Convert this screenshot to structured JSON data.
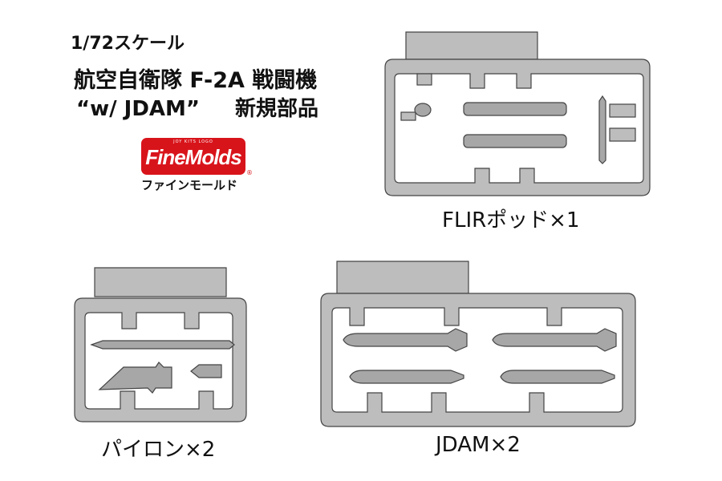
{
  "header": {
    "scale": "1/72スケール",
    "title": "航空自衛隊 F-2A 戦闘機",
    "subtitle_left": "“w/ JDAM”",
    "subtitle_right": "新規部品"
  },
  "logo": {
    "tiny": "JOY KITS LOGO",
    "brand": "FineMolds",
    "reg": "®",
    "kana": "ファインモールド"
  },
  "captions": {
    "flir": "FLIRポッド×1",
    "pylon": "パイロン×2",
    "jdam": "JDAM×2"
  },
  "colors": {
    "sprue_fill": "#bdbdbd",
    "sprue_stroke": "#444444",
    "part_fill": "#a7a7a7",
    "brand_red": "#d8141b"
  }
}
